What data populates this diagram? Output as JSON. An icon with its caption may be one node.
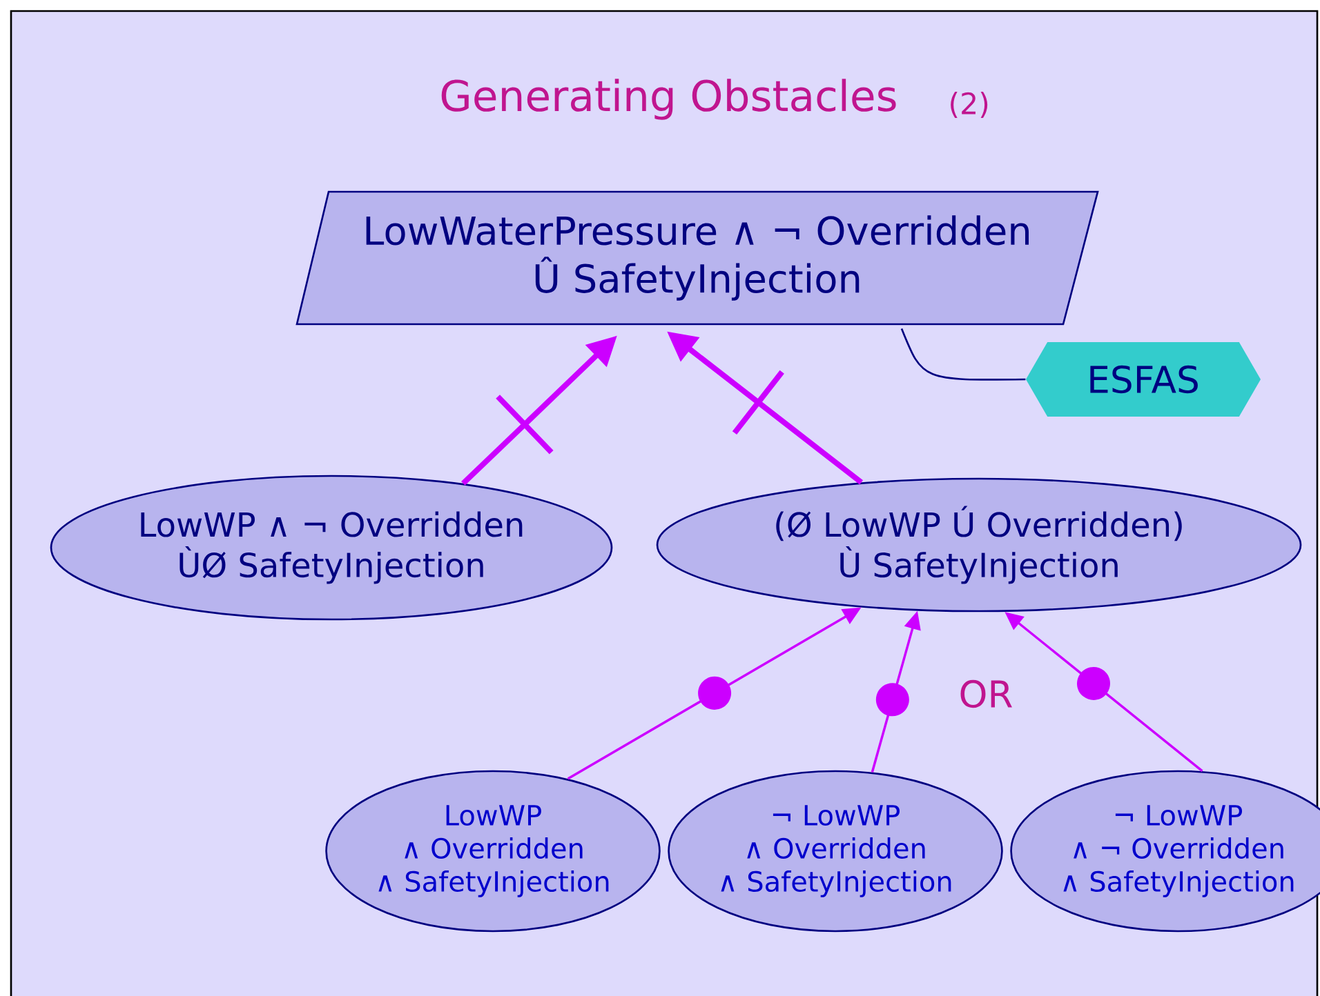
{
  "diagram": {
    "title": "Generating Obstacles",
    "nodes": [
      {
        "text": [
          "LowWaterPressure ∧ ¬ Overridden",
          "Û SafetyInjection"
        ]
      },
      {
        "text": [
          "LowWP ∧ ¬ Overridden",
          "ÙØ SafetyInjection"
        ]
      },
      {
        "text": [
          "(Ø LowWP Ú Overridden)",
          "Ù SafetyInjection"
        ]
      },
      {
        "text": [
          "ESFAS"
        ]
      },
      {
        "text": [
          "LowWP",
          "∧ Overridden",
          "∧ SafetyInjection"
        ]
      },
      {
        "text": [
          "¬ LowWP",
          "∧ Overridden",
          "∧ SafetyInjection"
        ]
      },
      {
        "text": [
          "¬ LowWP",
          "∧ ¬ Overridden",
          "∧ SafetyInjection"
        ]
      }
    ],
    "edges": [
      {
        "from": 1,
        "to": 0,
        "arrow": "to",
        "style": "thick"
      },
      {
        "from": 2,
        "to": 0,
        "arrow": "to",
        "style": "thick"
      },
      {
        "from": 0,
        "to": 3,
        "arrow": "none",
        "color": "#000080"
      },
      {
        "from": 4,
        "to": 2,
        "arrow": "to"
      },
      {
        "from": 5,
        "to": 2,
        "arrow": "to"
      },
      {
        "from": 6,
        "to": 2,
        "arrow": "to"
      }
    ],
    "labels": [
      "(2)",
      "OR"
    ]
  }
}
